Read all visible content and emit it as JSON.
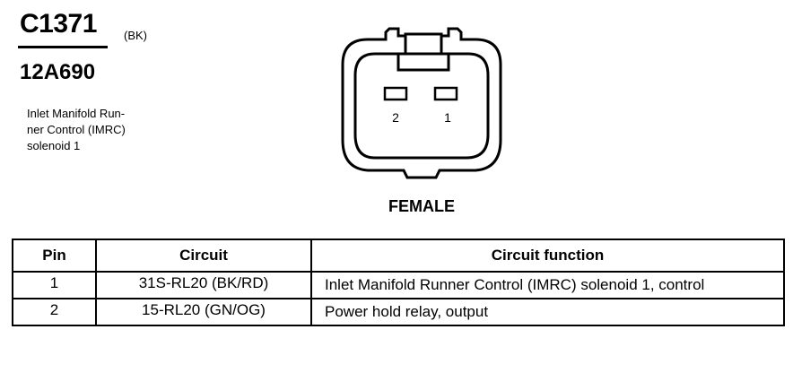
{
  "connector": {
    "id": "C1371",
    "color": "(BK)",
    "part_number": "12A690",
    "description": "Inlet Manifold Run-\nner Control (IMRC)\nsolenoid 1"
  },
  "face": {
    "gender": "FEMALE",
    "cavities": [
      {
        "label": "2"
      },
      {
        "label": "1"
      }
    ]
  },
  "table": {
    "headers": {
      "pin": "Pin",
      "circuit": "Circuit",
      "function": "Circuit function"
    },
    "rows": [
      {
        "pin": "1",
        "circuit": "31S-RL20 (BK/RD)",
        "function": "Inlet Manifold Runner Control (IMRC) solenoid 1, control"
      },
      {
        "pin": "2",
        "circuit": "15-RL20 (GN/OG)",
        "function": "Power hold relay, output"
      }
    ]
  }
}
